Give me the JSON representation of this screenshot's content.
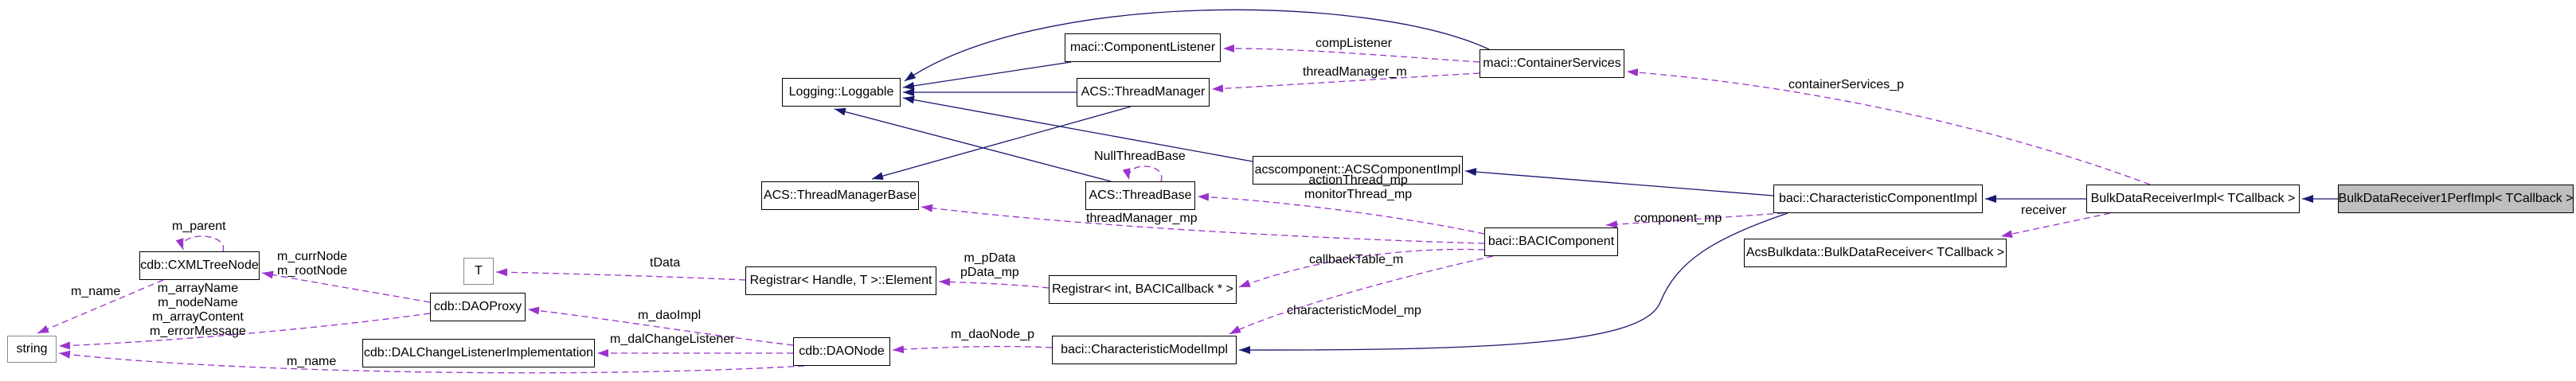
{
  "diagram": {
    "kind": "doxygen-collaboration-graph",
    "current_class": "BulkDataReceiver1PerfImpl< TCallback >"
  },
  "colors": {
    "inheritance_edge": "#191970",
    "usage_edge": "#9a32cd",
    "node_border": "#000000",
    "undocumented_node_border": "#8a8a8a",
    "highlight_fill": "#bfbfbf",
    "background": "#ffffff"
  },
  "nodes": [
    {
      "label": "maci::ComponentListener"
    },
    {
      "label": "maci::ContainerServices"
    },
    {
      "label": "Logging::Loggable"
    },
    {
      "label": "ACS::ThreadManager"
    },
    {
      "label": "acscomponent::ACSComponentImpl"
    },
    {
      "label": "baci::CharacteristicComponentImpl"
    },
    {
      "label": "BulkDataReceiverImpl< TCallback >"
    },
    {
      "label": "BulkDataReceiver1PerfImpl< TCallback >"
    },
    {
      "label": "AcsBulkdata::BulkDataReceiver< TCallback >"
    },
    {
      "label": "ACS::ThreadManagerBase"
    },
    {
      "label": "ACS::ThreadBase"
    },
    {
      "label": "baci::BACIComponent"
    },
    {
      "label": "cdb::CXMLTreeNode"
    },
    {
      "label": "T"
    },
    {
      "label": "Registrar< Handle, T >::Element"
    },
    {
      "label": "Registrar< int, BACICallback * >"
    },
    {
      "label": "cdb::DAOProxy"
    },
    {
      "label": "string"
    },
    {
      "label": "cdb::DALChangeListenerImplementation"
    },
    {
      "label": "cdb::DAONode"
    },
    {
      "label": "baci::CharacteristicModelImpl"
    }
  ],
  "edge_labels": [
    {
      "text": "compListener"
    },
    {
      "text": "threadManager_m"
    },
    {
      "text": "containerServices_p"
    },
    {
      "text": "NullThreadBase"
    },
    {
      "text": "actionThread_mp\nmonitorThread_mp"
    },
    {
      "text": "threadManager_mp"
    },
    {
      "text": "component_mp"
    },
    {
      "text": "receiver"
    },
    {
      "text": "callbackTable_m"
    },
    {
      "text": "characteristicModel_mp"
    },
    {
      "text": "m_pData\npData_mp"
    },
    {
      "text": "tData"
    },
    {
      "text": "m_currNode\nm_rootNode"
    },
    {
      "text": "m_parent"
    },
    {
      "text": "m_name"
    },
    {
      "text": "m_arrayName\nm_nodeName\nm_arrayContent\nm_errorMessage"
    },
    {
      "text": "m_daoImpl"
    },
    {
      "text": "m_dalChangeListener"
    },
    {
      "text": "m_daoNode_p"
    },
    {
      "text": "m_name"
    }
  ]
}
